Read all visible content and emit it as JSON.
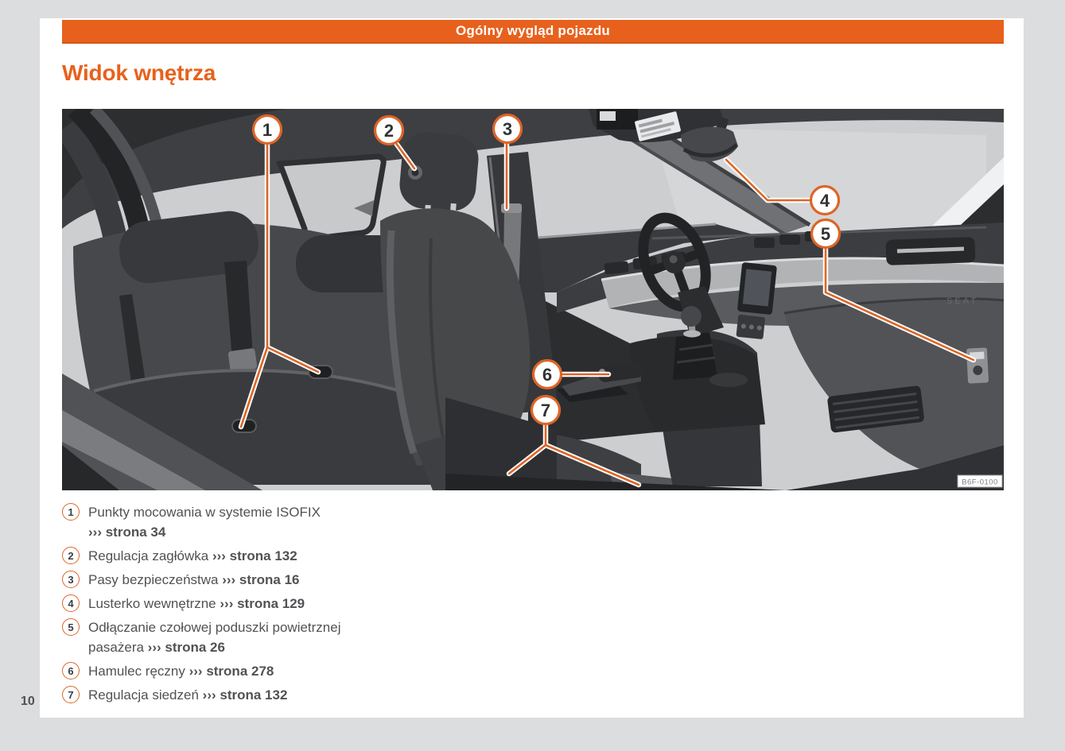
{
  "page": {
    "number": "10"
  },
  "header": {
    "chapter_title": "Ogólny wygląd pojazdu",
    "bar_color": "#e7611d"
  },
  "section": {
    "title": "Widok wnętrza",
    "title_color": "#e8611c"
  },
  "figure": {
    "image_code": "B6F-0100",
    "brand_label": "SEAT",
    "accent_color": "#dd6527",
    "callouts": [
      {
        "number": "1"
      },
      {
        "number": "2"
      },
      {
        "number": "3"
      },
      {
        "number": "4"
      },
      {
        "number": "5"
      },
      {
        "number": "6"
      },
      {
        "number": "7"
      }
    ]
  },
  "legend": {
    "items": [
      {
        "number": "1",
        "text": "Punkty mocowania w systemie ISOFIX",
        "ref": "››› strona 34"
      },
      {
        "number": "2",
        "text": "Regulacja zagłówka",
        "ref": "››› strona 132"
      },
      {
        "number": "3",
        "text": "Pasy bezpieczeństwa",
        "ref": "››› strona 16"
      },
      {
        "number": "4",
        "text": "Lusterko wewnętrzne",
        "ref": "››› strona 129"
      },
      {
        "number": "5",
        "text": "Odłączanie czołowej poduszki powietrz­nej pasażera",
        "ref": "››› strona 26"
      },
      {
        "number": "6",
        "text": "Hamulec ręczny",
        "ref": "››› strona 278"
      },
      {
        "number": "7",
        "text": "Regulacja siedzeń",
        "ref": "››› strona 132"
      }
    ]
  }
}
